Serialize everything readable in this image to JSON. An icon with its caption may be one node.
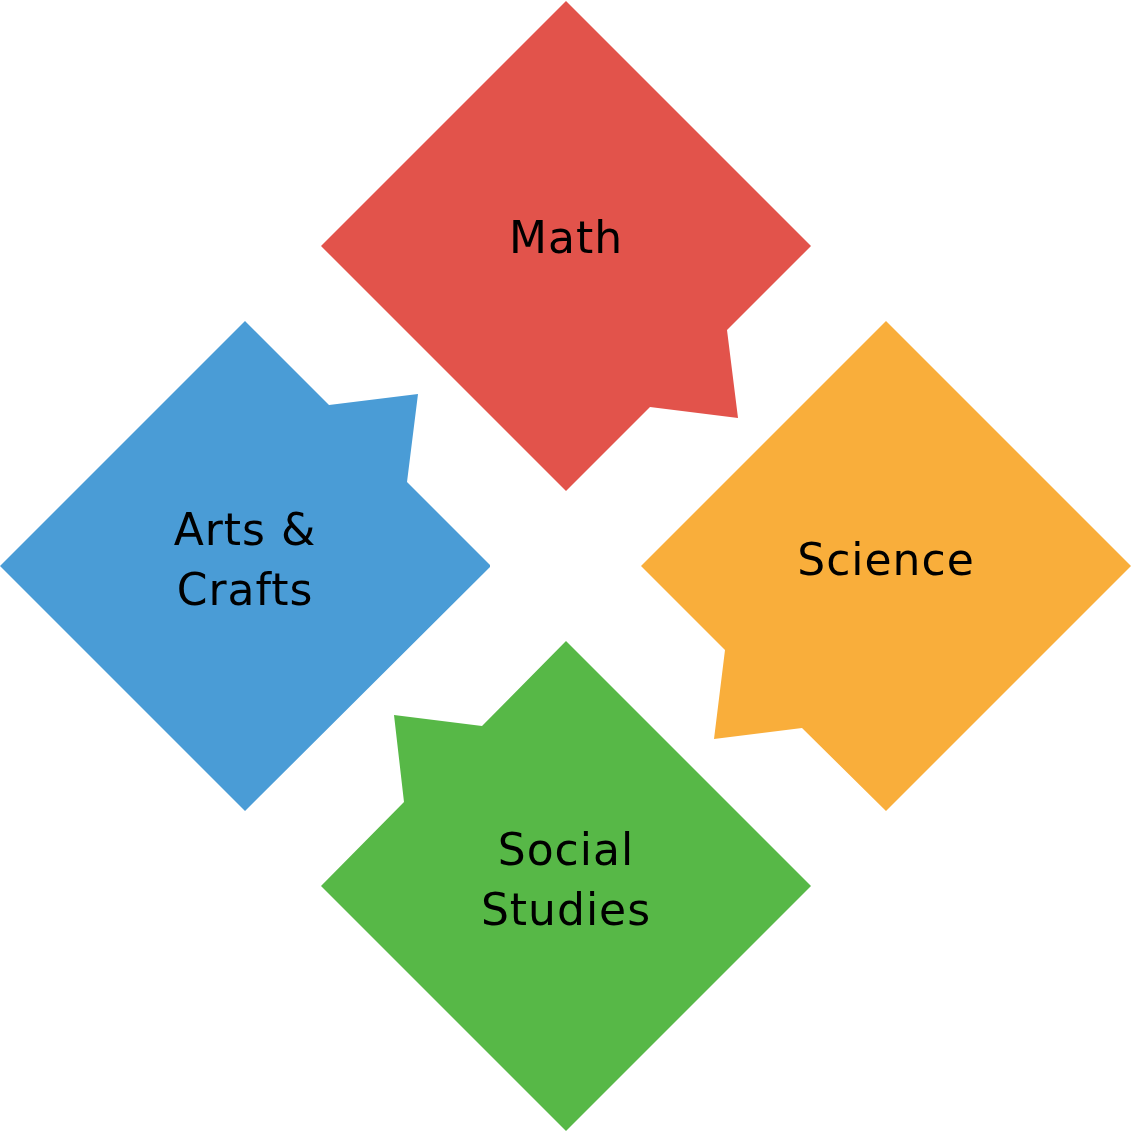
{
  "diagram": {
    "nodes": [
      {
        "text": [
          "Math"
        ]
      },
      {
        "text": [
          "Arts & Crafts"
        ]
      },
      {
        "text": [
          "Science"
        ]
      },
      {
        "text": [
          "Social Studies"
        ]
      }
    ]
  }
}
